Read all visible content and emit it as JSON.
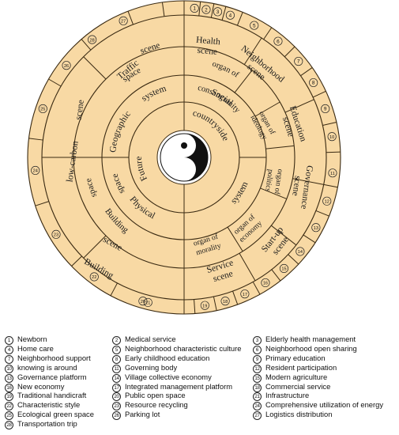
{
  "colors": {
    "fill": "#f8d9a4",
    "stroke": "#3a2a12",
    "text": "#1a1a1a"
  },
  "center": {
    "symbol": "yin-yang-icon"
  },
  "ring1": {
    "future": "Future",
    "countryside": "countryside"
  },
  "ring2": {
    "social": "Social",
    "system_left": "system",
    "space_left": "space",
    "physical": "Physical",
    "space_physical": "space",
    "system_right": "system",
    "geographic": "Geographic"
  },
  "ring3": {
    "consanguinity_line1": "organ of",
    "consanguinity_line2": "consanguinity",
    "ideology_line1": "organ of",
    "ideology_line2": "ideology",
    "politics_line1": "organ of",
    "politics_line2": "politics",
    "economy_line1": "organ of",
    "economy_line2": "economy",
    "morality_line1": "organ of",
    "morality_line2": "morality",
    "building_space": "Building",
    "space_word": "space",
    "geographic_space": "space"
  },
  "ring4": {
    "health_line1": "Health",
    "health_line2": "scene",
    "neighborhood_line1": "Neighborhood",
    "neighborhood_line2": "scene",
    "education_line1": "Education",
    "education_line2": "scene",
    "governance_line1": "Governance",
    "governance_line2": "scene",
    "startup_line1": "Start-up",
    "startup_line2": "scene",
    "service_line1": "Service",
    "service_line2": "scene",
    "building_scene_line1": "Building",
    "building_scene_line2": "scene",
    "lowcarbon_line1": "low-carbon",
    "lowcarbon_line2": "scene",
    "traffic_line1": "Traffic",
    "traffic_line2": "scene"
  },
  "numbers": [
    "1",
    "2",
    "3",
    "4",
    "5",
    "6",
    "7",
    "8",
    "9",
    "10",
    "11",
    "12",
    "13",
    "14",
    "15",
    "16",
    "17",
    "18",
    "19",
    "20",
    "21",
    "22",
    "23",
    "24",
    "25",
    "26",
    "27",
    "28"
  ],
  "legend": [
    {
      "no": "1",
      "text": "Newborn"
    },
    {
      "no": "2",
      "text": "Medical service"
    },
    {
      "no": "3",
      "text": "Elderly health management"
    },
    {
      "no": "4",
      "text": "Home care"
    },
    {
      "no": "5",
      "text": "Neighborhood characteristic culture"
    },
    {
      "no": "6",
      "text": "Neighborhood open sharing"
    },
    {
      "no": "7",
      "text": "Neighborhood support"
    },
    {
      "no": "8",
      "text": "Early childhood education"
    },
    {
      "no": "9",
      "text": "Primary education"
    },
    {
      "no": "10",
      "text": "knowing is around"
    },
    {
      "no": "11",
      "text": "Governing body"
    },
    {
      "no": "12",
      "text": "Resident participation"
    },
    {
      "no": "13",
      "text": "Governance platform"
    },
    {
      "no": "14",
      "text": "Village collective economy"
    },
    {
      "no": "15",
      "text": "Modern agriculture"
    },
    {
      "no": "16",
      "text": "New economy"
    },
    {
      "no": "17",
      "text": "Integrated management platform"
    },
    {
      "no": "18",
      "text": "Commercial service"
    },
    {
      "no": "19",
      "text": "Traditional handicraft"
    },
    {
      "no": "20",
      "text": "Public open space"
    },
    {
      "no": "21",
      "text": "Infrastructure"
    },
    {
      "no": "22",
      "text": "Characteristic style"
    },
    {
      "no": "23",
      "text": "Resource recycling"
    },
    {
      "no": "24",
      "text": "Comprehensive utilization of energy"
    },
    {
      "no": "25",
      "text": "Ecological green space"
    },
    {
      "no": "26",
      "text": "Parking lot"
    },
    {
      "no": "27",
      "text": "Logistics distribution"
    },
    {
      "no": "28",
      "text": "Transportation trip"
    }
  ]
}
